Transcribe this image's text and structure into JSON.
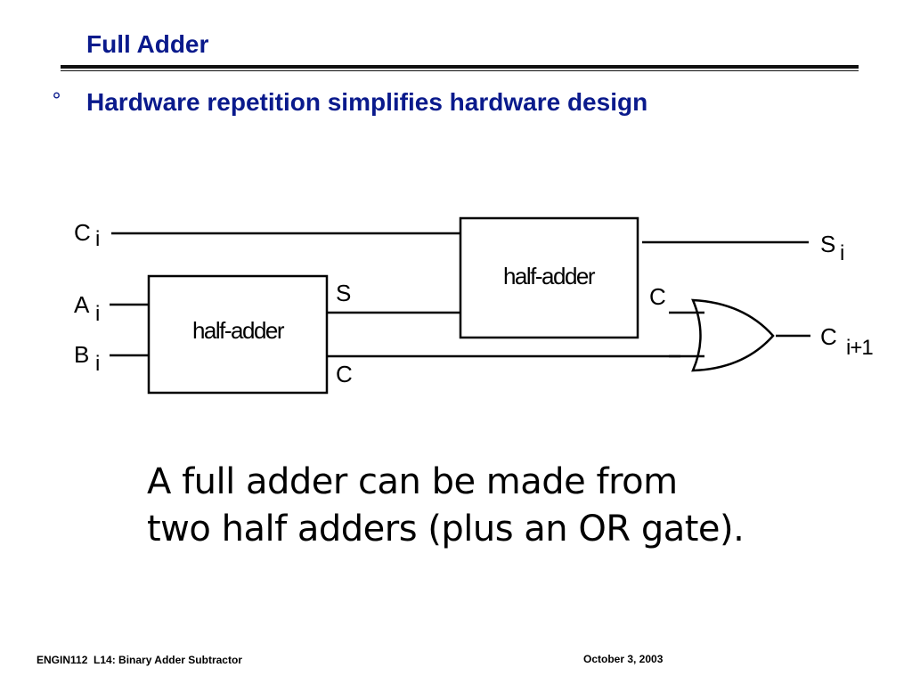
{
  "slide": {
    "title": "Full Adder",
    "bullet_symbol": "°",
    "bullet": "Hardware repetition simplifies hardware design"
  },
  "diagram": {
    "blocks": [
      {
        "label": "half-adder"
      },
      {
        "label": "half-adder"
      }
    ],
    "gate": "OR",
    "inputs": [
      {
        "base": "C",
        "sub": "i"
      },
      {
        "base": "A",
        "sub": "i"
      },
      {
        "base": "B",
        "sub": "i"
      }
    ],
    "outputs": [
      {
        "base": "S",
        "sub": "i"
      },
      {
        "base": "C",
        "sub": "i+1"
      }
    ],
    "port_labels": {
      "ha1_sum": "S",
      "ha1_carry": "C",
      "ha2_carry": "C"
    }
  },
  "caption": {
    "line1": "A full adder can be made from",
    "line2": "two half adders (plus an OR gate)."
  },
  "footer": {
    "left": "ENGIN112  L14: Binary Adder Subtractor",
    "right": "October 3, 2003"
  },
  "colors": {
    "title": "#0a1a8c",
    "text": "#000000",
    "background": "#ffffff"
  }
}
